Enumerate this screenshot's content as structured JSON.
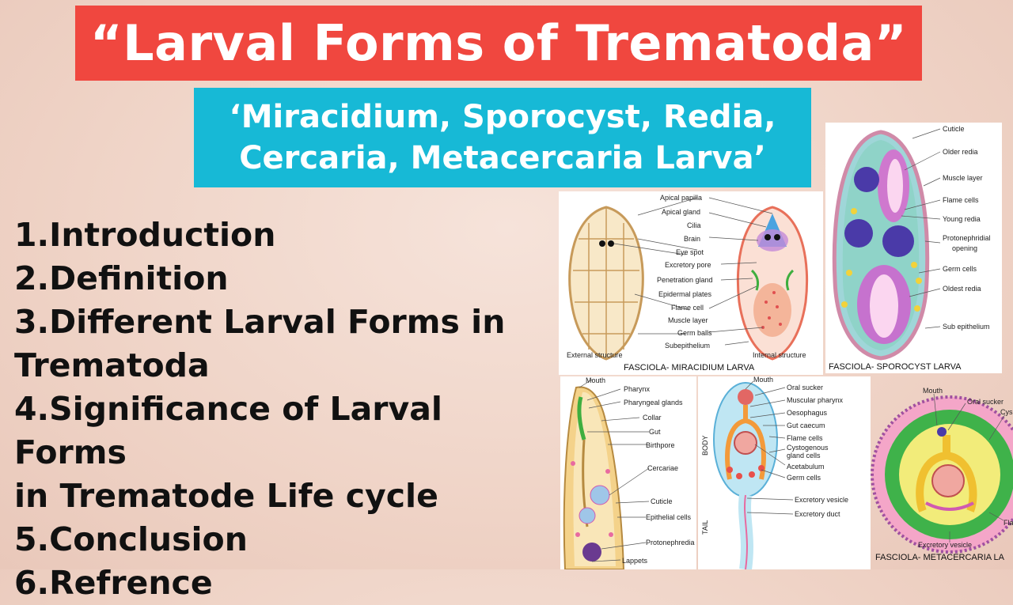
{
  "title": "“Larval Forms of Trematoda”",
  "subtitle": {
    "line1": "‘Miracidium, Sporocyst, Redia,",
    "line2": "Cercaria, Metacercaria Larva’"
  },
  "toc": [
    "1.Introduction",
    "2.Definition",
    "3.Different Larval Forms in",
    "Trematoda",
    "4.Significance of Larval Forms",
    "in Trematode Life cycle",
    "5.Conclusion",
    "6.Refrence"
  ],
  "miracidium": {
    "labels": [
      "Apical papilla",
      "Apical gland",
      "Cilia",
      "Brain",
      "Eye spot",
      "Excretory pore",
      "Penetration gland",
      "Epidermal plates",
      "Flame cell",
      "Muscle layer",
      "Germ balls",
      "Subepithelium"
    ],
    "external": "External structure",
    "internal": "Internal structure",
    "caption": "FASCIOLA- MIRACIDIUM LARVA"
  },
  "sporocyst": {
    "labels": [
      "Cuticle",
      "Older redia",
      "Muscle layer",
      "Flame cells",
      "Young redia",
      "Protonephridial",
      "opening",
      "Germ cells",
      "Oldest redia",
      "Sub epithelium"
    ],
    "caption": "FASCIOLA- SPOROCYST LARVA"
  },
  "redia": {
    "labels": [
      "Mouth",
      "Pharynx",
      "Pharyngeal glands",
      "Collar",
      "Gut",
      "Birthpore",
      "Cercariae",
      "Cuticle",
      "Epithelial cells",
      "Protonephredia",
      "Lappets"
    ]
  },
  "cercaria": {
    "labels": [
      "Mouth",
      "Oral sucker",
      "Muscular pharynx",
      "Oesophagus",
      "Gut caecum",
      "Flame cells",
      "Cystogenous",
      "gland cells",
      "Acetabulum",
      "Germ cells",
      "Excretory vesicle",
      "Excretory duct"
    ],
    "body": "BODY",
    "tail": "TAIL"
  },
  "metacercaria": {
    "labels": [
      "Mouth",
      "Oral sucker",
      "Cys",
      "Excretory vesicle",
      "Fla"
    ],
    "caption": "FASCIOLA- METACERCARIA LA"
  },
  "colors": {
    "title_bg": "#f0473f",
    "subtitle_bg": "#17b9d6"
  }
}
